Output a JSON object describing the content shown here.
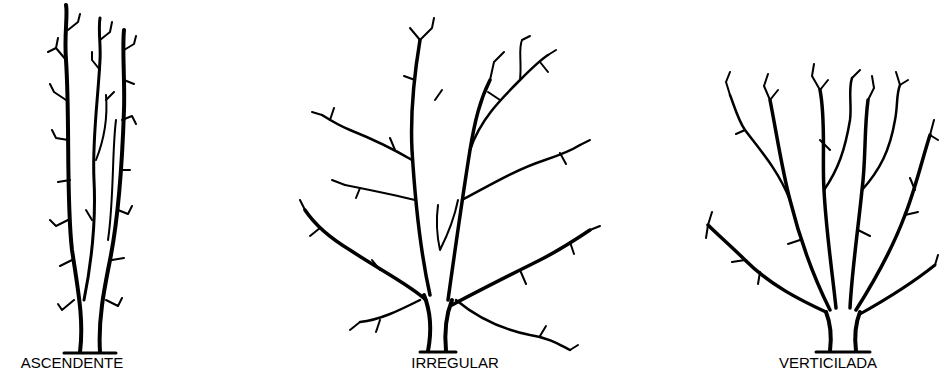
{
  "diagram": {
    "labels": [
      "ASCENDENTE",
      "IRREGULAR",
      "VERTICILADA"
    ]
  }
}
